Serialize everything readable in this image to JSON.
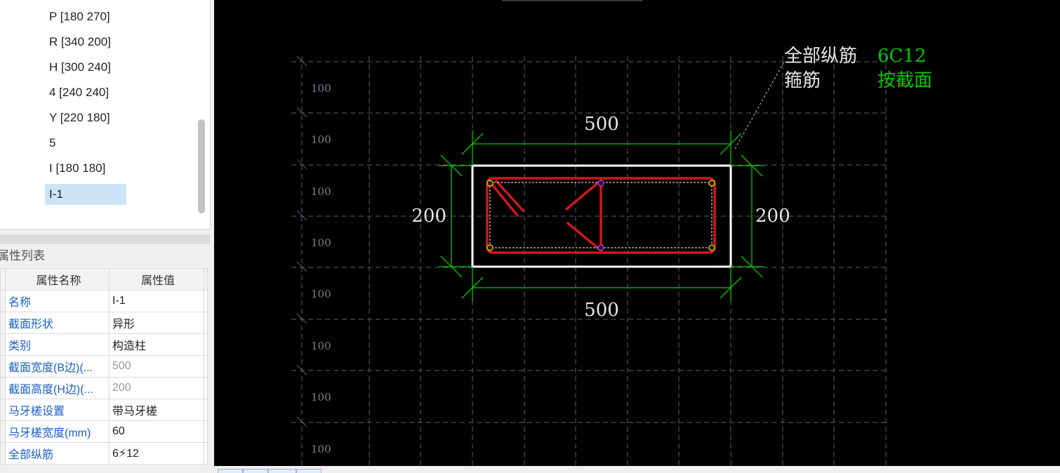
{
  "tree": {
    "items": [
      {
        "label": "P [180 270]",
        "selected": false
      },
      {
        "label": "R [340 200]",
        "selected": false
      },
      {
        "label": "H [300 240]",
        "selected": false
      },
      {
        "label": "4 [240 240]",
        "selected": false
      },
      {
        "label": "Y [220 180]",
        "selected": false
      },
      {
        "label": "5",
        "selected": false
      },
      {
        "label": "I [180 180]",
        "selected": false
      },
      {
        "label": "I-1",
        "selected": true
      }
    ]
  },
  "props": {
    "title": "属性列表",
    "header_name": "属性名称",
    "header_value": "属性值",
    "rows": [
      {
        "name": "名称",
        "value": "I-1",
        "dim": false
      },
      {
        "name": "截面形状",
        "value": "异形",
        "dim": false
      },
      {
        "name": "类别",
        "value": "构造柱",
        "dim": false
      },
      {
        "name": "截面宽度(B边)(...",
        "value": "500",
        "dim": true
      },
      {
        "name": "截面高度(H边)(...",
        "value": "200",
        "dim": true
      },
      {
        "name": "马牙槎设置",
        "value": "带马牙槎",
        "dim": false
      },
      {
        "name": "马牙槎宽度(mm)",
        "value": "60",
        "dim": false
      },
      {
        "name": "全部纵筋",
        "value": "6⚡12",
        "dim": false
      }
    ]
  },
  "drawing": {
    "grid_labels": [
      "100",
      "100",
      "100",
      "100",
      "100",
      "100",
      "100",
      "100"
    ],
    "dim_top": "500",
    "dim_bottom": "500",
    "dim_left": "200",
    "dim_right": "200",
    "annotation": {
      "line1_label": "全部纵筋",
      "line1_value": "6C12",
      "line2_label": "箍筋",
      "line2_value": "按截面"
    },
    "colors": {
      "grid": "#5a5f6e",
      "dimension": "#00c800",
      "section": "#ffffff",
      "stirrup": "#d01818",
      "annotation_value": "#00c800",
      "annotation_label": "#e6e6e6"
    }
  }
}
